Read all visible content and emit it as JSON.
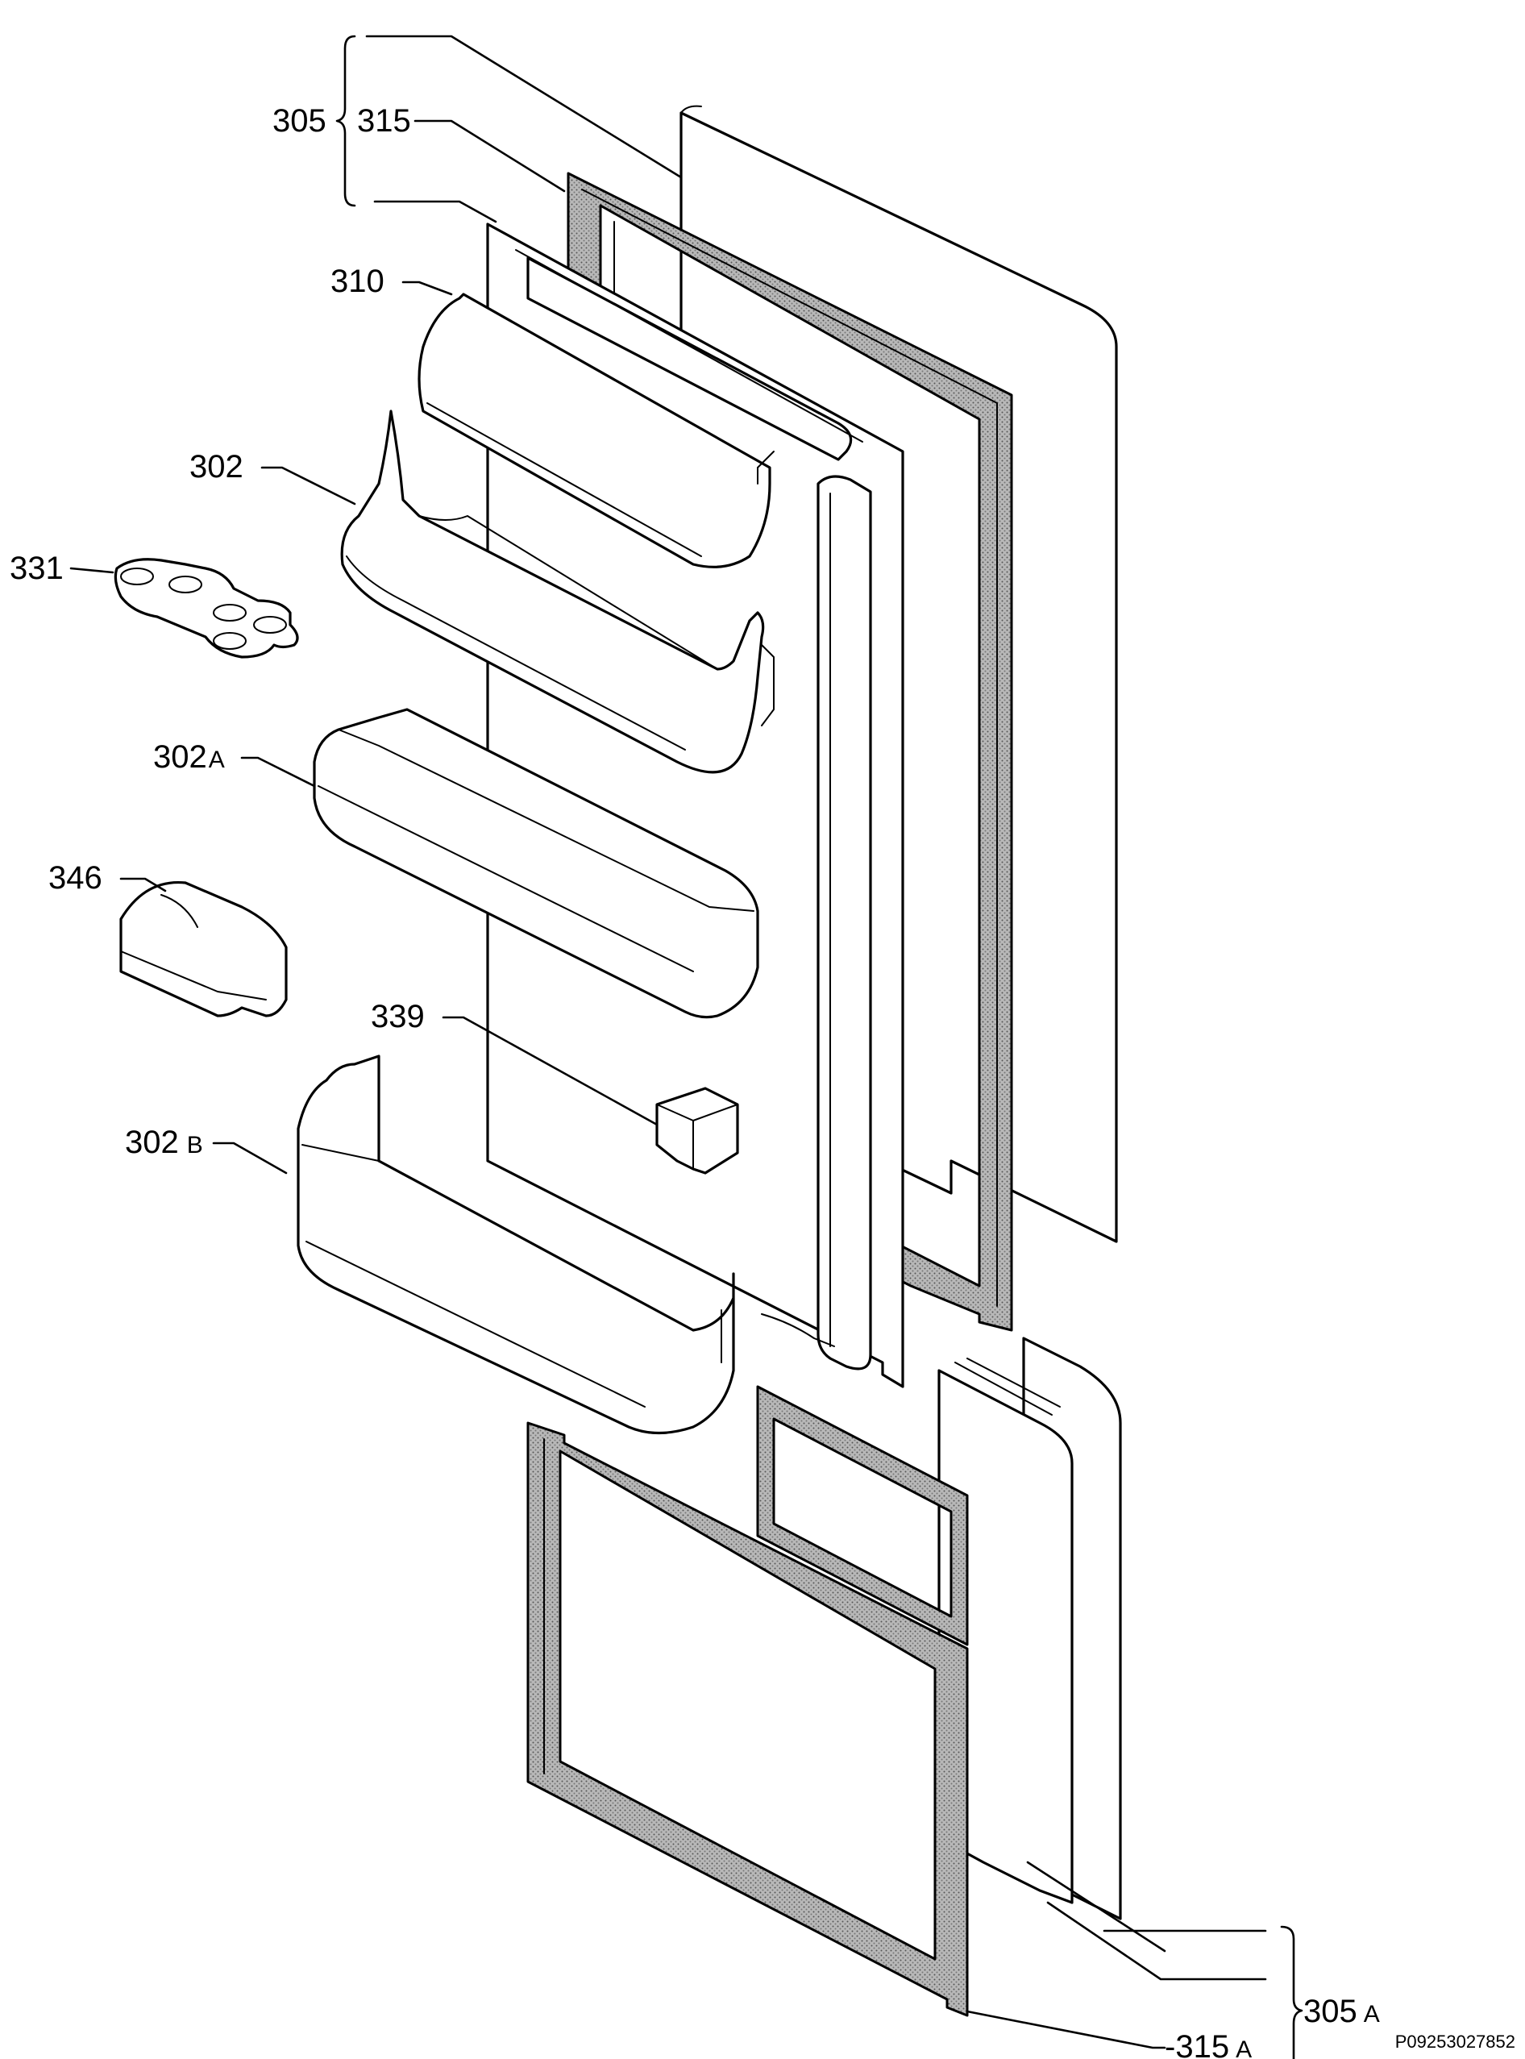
{
  "labels": {
    "l305": {
      "num": "305"
    },
    "l315": {
      "num": "315"
    },
    "l310": {
      "num": "310"
    },
    "l302": {
      "num": "302"
    },
    "l331": {
      "num": "331"
    },
    "l302a": {
      "num": "302",
      "suffix": "A"
    },
    "l346": {
      "num": "346"
    },
    "l339": {
      "num": "339"
    },
    "l302b": {
      "num": "302",
      "suffix": "B"
    },
    "l305a": {
      "num": "305",
      "suffix": "A"
    },
    "l315a": {
      "num": "-315",
      "suffix": "A"
    }
  },
  "drawing_code": "P09253027852"
}
